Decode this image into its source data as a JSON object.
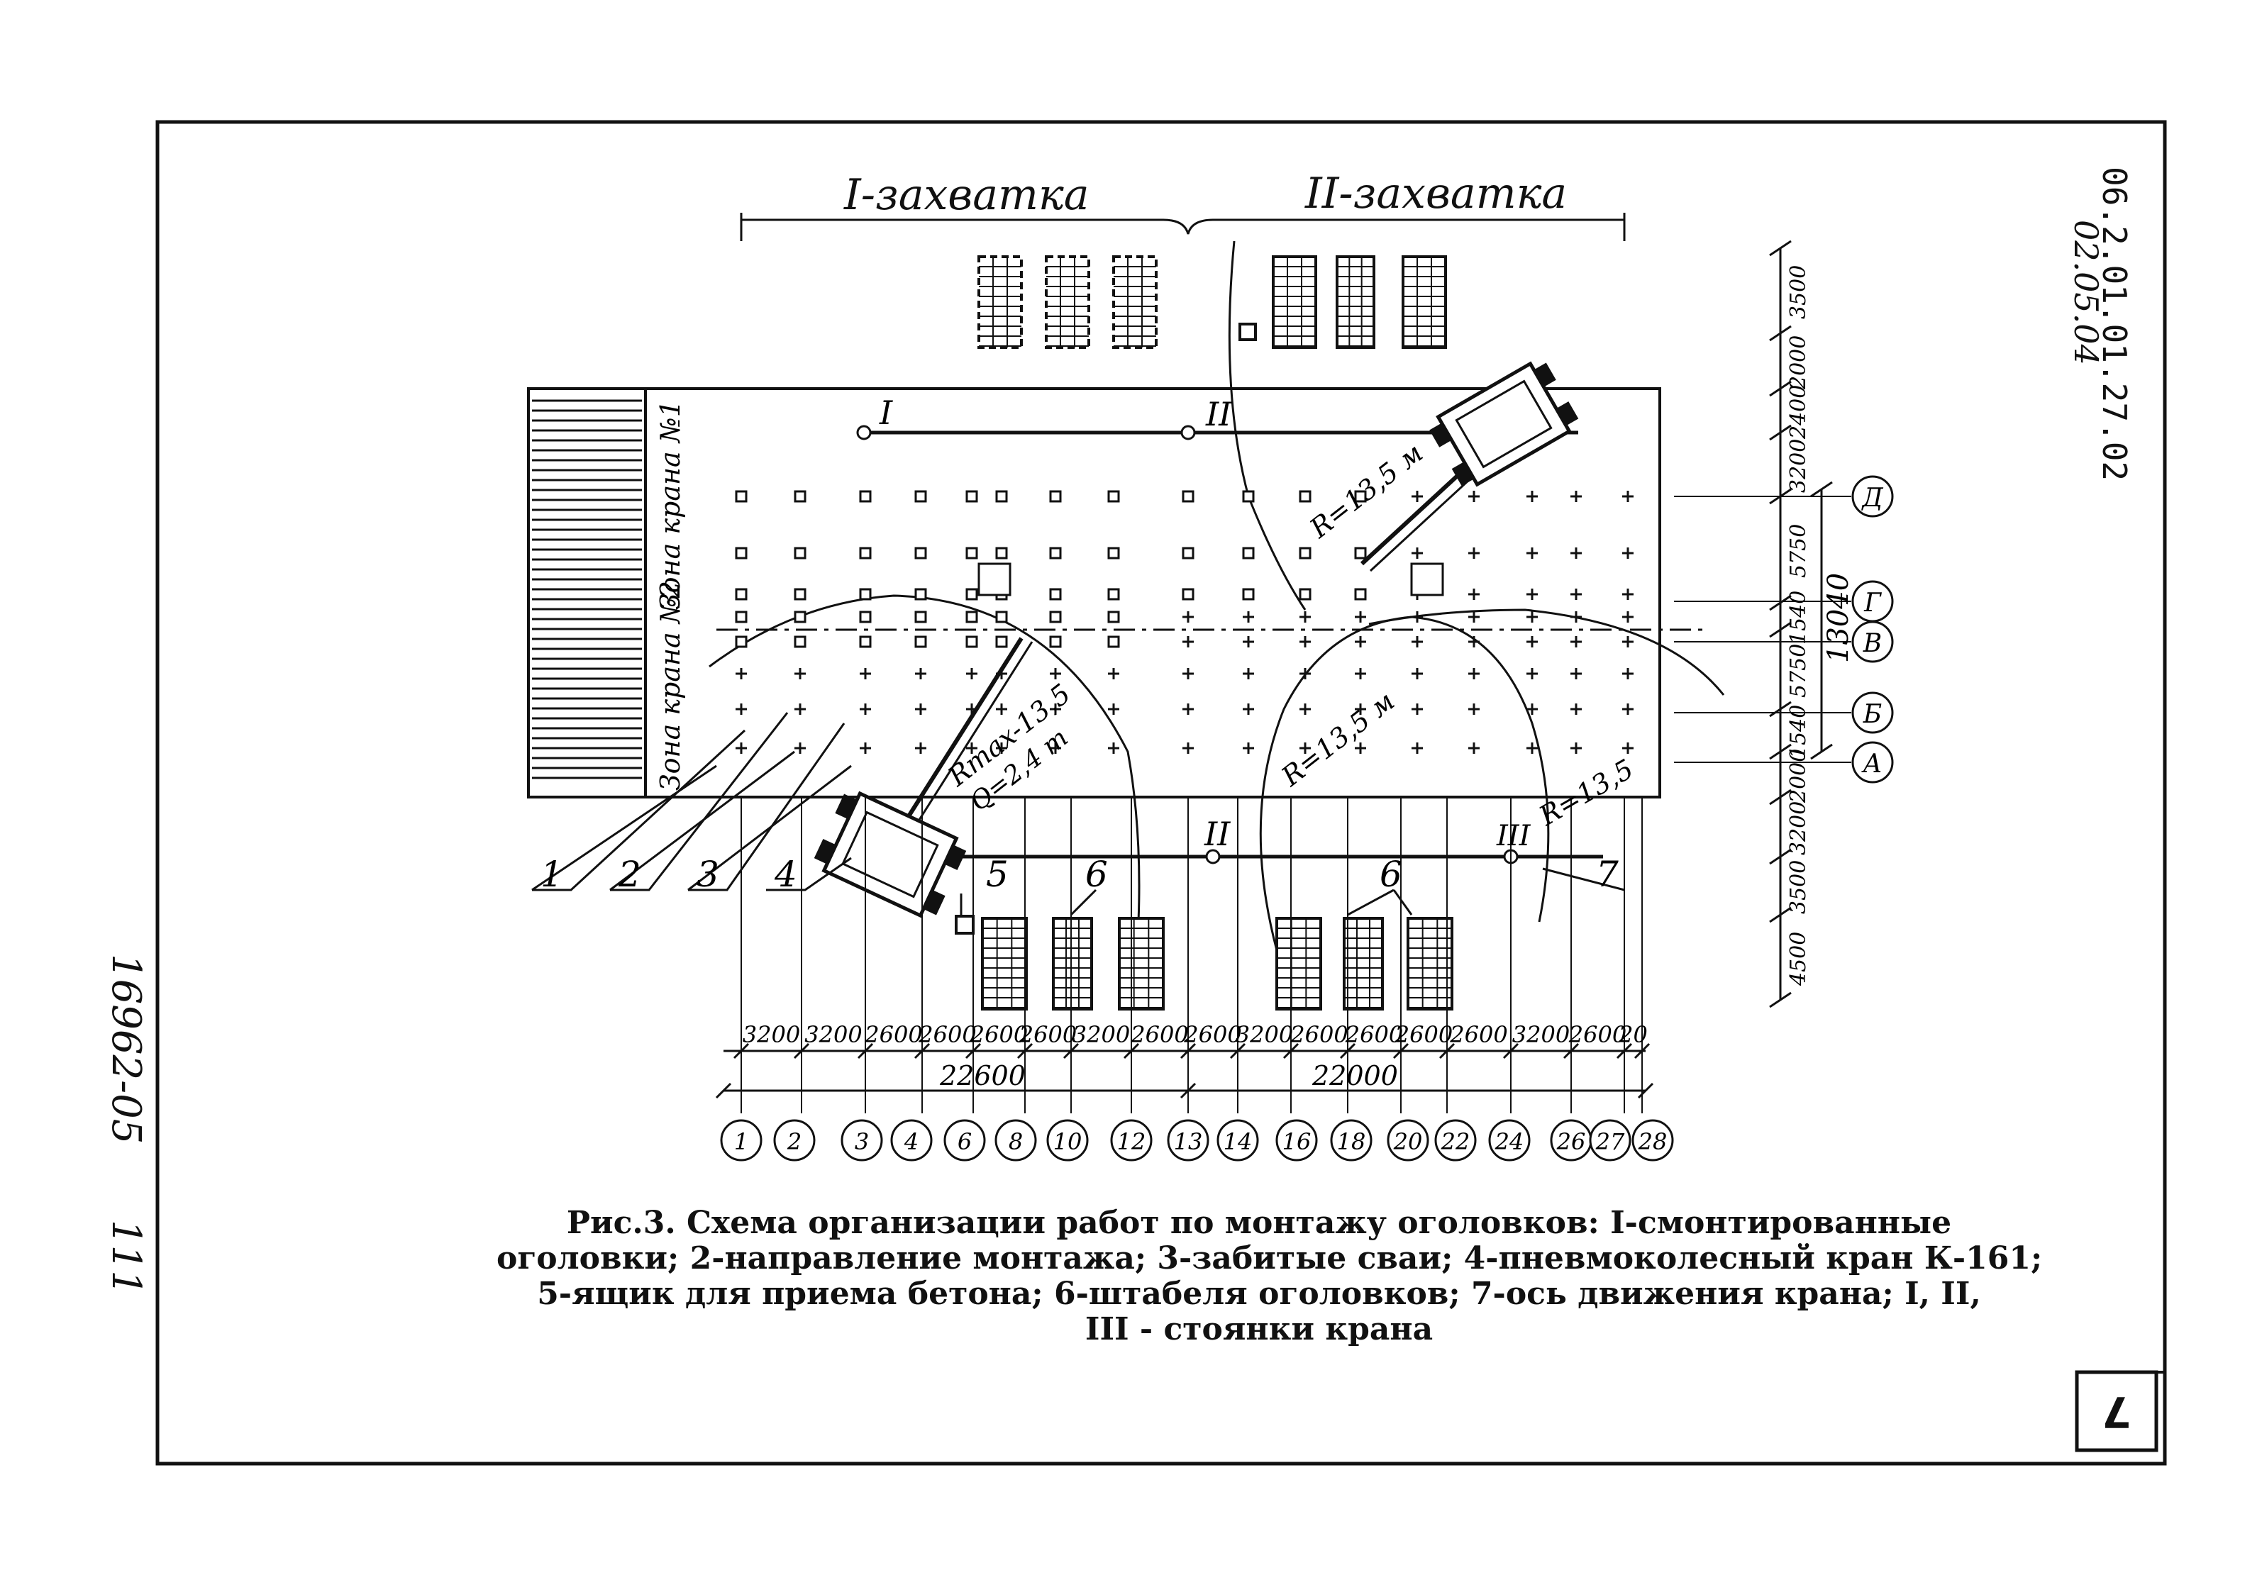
{
  "doc_codes": {
    "code_line_1": "06.2.01.01.27.02",
    "code_line_2": "02.05.04"
  },
  "archive_number": "16962-05",
  "page_number": "111",
  "sheet_number": "7",
  "stage_headers": {
    "zone_1": "I-захватка",
    "zone_2": "II-захватка"
  },
  "crane_zone_labels": {
    "zone_crane_2": "Зона крана №2",
    "zone_crane_1": "Зона крана №1"
  },
  "stand_labels": {
    "stand_1": "I",
    "stand_2": "II",
    "stand_3": "III"
  },
  "radius_labels": [
    "R=13,5 м",
    "R=13,5 м",
    "R=13,5"
  ],
  "crane_capacity": {
    "rmax": "Rmax-13,5",
    "q": "Q=2,4 т"
  },
  "callouts": [
    "1",
    "2",
    "3",
    "4",
    "5",
    "6",
    "6",
    "7"
  ],
  "axis_letters": [
    "Д",
    "Г",
    "В",
    "Б",
    "А"
  ],
  "vertical_dims": [
    "3500",
    "2000",
    "2400",
    "3200",
    "5750",
    "1540",
    "5750",
    "1540",
    "2000",
    "3200",
    "3500",
    "4500"
  ],
  "overall_vertical_dim": "13040",
  "bottom_dims": [
    "3200",
    "3200",
    "2600",
    "2600",
    "2600",
    "2600",
    "3200",
    "2600",
    "2600",
    "3200",
    "2600",
    "2600",
    "2600",
    "2600",
    "3200",
    "2600",
    "20"
  ],
  "overall_bottom_dims": [
    "22600",
    "22000"
  ],
  "axis_numbers": [
    "1",
    "2",
    "3",
    "4",
    "6",
    "8",
    "10",
    "12",
    "13",
    "14",
    "16",
    "18",
    "20",
    "22",
    "24",
    "26",
    "27",
    "28"
  ],
  "caption": {
    "line_1": "Рис.3. Схема организации работ по монтажу оголовков: I-смонтированные",
    "line_2": "оголовки; 2-направление монтажа; 3-забитые сваи; 4-пневмоколесный кран К-161;",
    "line_3": "5-ящик для приема бетона; 6-штабеля оголовков; 7-ось движения крана; I, II,",
    "line_4": "III - стоянки крана"
  }
}
